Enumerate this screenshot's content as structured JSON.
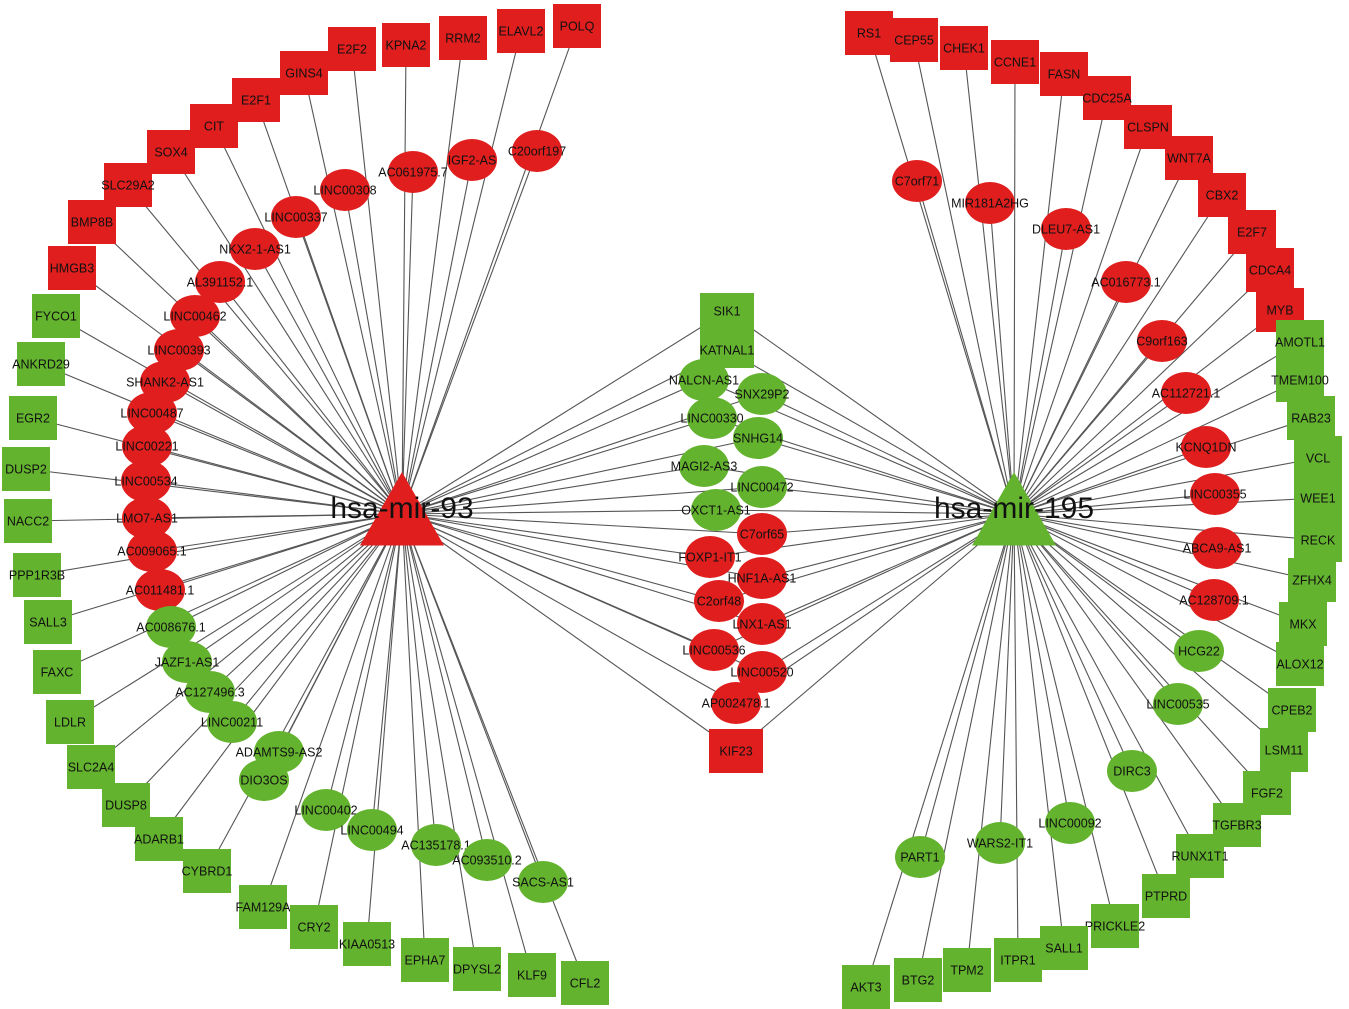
{
  "colors": {
    "up": "#e01e1e",
    "down": "#63b32e",
    "edge": "#555555"
  },
  "hubs": [
    {
      "id": "h1",
      "label": "hsa-mir-93",
      "status": "up"
    },
    {
      "id": "h2",
      "label": "hsa-mir-195",
      "status": "down"
    }
  ],
  "nodes": [
    {
      "label": "POLQ",
      "shape": "rect",
      "status": "up",
      "hub": "h1"
    },
    {
      "label": "ELAVL2",
      "shape": "rect",
      "status": "up",
      "hub": "h1"
    },
    {
      "label": "RRM2",
      "shape": "rect",
      "status": "up",
      "hub": "h1"
    },
    {
      "label": "KPNA2",
      "shape": "rect",
      "status": "up",
      "hub": "h1"
    },
    {
      "label": "E2F2",
      "shape": "rect",
      "status": "up",
      "hub": "h1"
    },
    {
      "label": "GINS4",
      "shape": "rect",
      "status": "up",
      "hub": "h1"
    },
    {
      "label": "E2F1",
      "shape": "rect",
      "status": "up",
      "hub": "h1"
    },
    {
      "label": "CIT",
      "shape": "rect",
      "status": "up",
      "hub": "h1"
    },
    {
      "label": "SOX4",
      "shape": "rect",
      "status": "up",
      "hub": "h1"
    },
    {
      "label": "SLC29A2",
      "shape": "rect",
      "status": "up",
      "hub": "h1"
    },
    {
      "label": "BMP8B",
      "shape": "rect",
      "status": "up",
      "hub": "h1"
    },
    {
      "label": "HMGB3",
      "shape": "rect",
      "status": "up",
      "hub": "h1"
    },
    {
      "label": "FYCO1",
      "shape": "rect",
      "status": "down",
      "hub": "h1"
    },
    {
      "label": "ANKRD29",
      "shape": "rect",
      "status": "down",
      "hub": "h1"
    },
    {
      "label": "EGR2",
      "shape": "rect",
      "status": "down",
      "hub": "h1"
    },
    {
      "label": "DUSP2",
      "shape": "rect",
      "status": "down",
      "hub": "h1"
    },
    {
      "label": "NACC2",
      "shape": "rect",
      "status": "down",
      "hub": "h1"
    },
    {
      "label": "PPP1R3B",
      "shape": "rect",
      "status": "down",
      "hub": "h1"
    },
    {
      "label": "SALL3",
      "shape": "rect",
      "status": "down",
      "hub": "h1"
    },
    {
      "label": "FAXC",
      "shape": "rect",
      "status": "down",
      "hub": "h1"
    },
    {
      "label": "LDLR",
      "shape": "rect",
      "status": "down",
      "hub": "h1"
    },
    {
      "label": "SLC2A4",
      "shape": "rect",
      "status": "down",
      "hub": "h1"
    },
    {
      "label": "DUSP8",
      "shape": "rect",
      "status": "down",
      "hub": "h1"
    },
    {
      "label": "ADARB1",
      "shape": "rect",
      "status": "down",
      "hub": "h1"
    },
    {
      "label": "CYBRD1",
      "shape": "rect",
      "status": "down",
      "hub": "h1"
    },
    {
      "label": "FAM129A",
      "shape": "rect",
      "status": "down",
      "hub": "h1"
    },
    {
      "label": "CRY2",
      "shape": "rect",
      "status": "down",
      "hub": "h1"
    },
    {
      "label": "KIAA0513",
      "shape": "rect",
      "status": "down",
      "hub": "h1"
    },
    {
      "label": "EPHA7",
      "shape": "rect",
      "status": "down",
      "hub": "h1"
    },
    {
      "label": "DPYSL2",
      "shape": "rect",
      "status": "down",
      "hub": "h1"
    },
    {
      "label": "KLF9",
      "shape": "rect",
      "status": "down",
      "hub": "h1"
    },
    {
      "label": "CFL2",
      "shape": "rect",
      "status": "down",
      "hub": "h1"
    },
    {
      "label": "C20orf197",
      "shape": "ellipse",
      "status": "up",
      "hub": "h1"
    },
    {
      "label": "IGF2-AS",
      "shape": "ellipse",
      "status": "up",
      "hub": "h1"
    },
    {
      "label": "AC061975.7",
      "shape": "ellipse",
      "status": "up",
      "hub": "h1"
    },
    {
      "label": "LINC00308",
      "shape": "ellipse",
      "status": "up",
      "hub": "h1"
    },
    {
      "label": "LINC00337",
      "shape": "ellipse",
      "status": "up",
      "hub": "h1"
    },
    {
      "label": "NKX2-1-AS1",
      "shape": "ellipse",
      "status": "up",
      "hub": "h1"
    },
    {
      "label": "AL391152.1",
      "shape": "ellipse",
      "status": "up",
      "hub": "h1"
    },
    {
      "label": "LINC00462",
      "shape": "ellipse",
      "status": "up",
      "hub": "h1"
    },
    {
      "label": "LINC00393",
      "shape": "ellipse",
      "status": "up",
      "hub": "h1"
    },
    {
      "label": "SHANK2-AS1",
      "shape": "ellipse",
      "status": "up",
      "hub": "h1"
    },
    {
      "label": "LINC00487",
      "shape": "ellipse",
      "status": "up",
      "hub": "h1"
    },
    {
      "label": "LINC00221",
      "shape": "ellipse",
      "status": "up",
      "hub": "h1"
    },
    {
      "label": "LINC00534",
      "shape": "ellipse",
      "status": "up",
      "hub": "h1"
    },
    {
      "label": "LMO7-AS1",
      "shape": "ellipse",
      "status": "up",
      "hub": "h1"
    },
    {
      "label": "AC009065.1",
      "shape": "ellipse",
      "status": "up",
      "hub": "h1"
    },
    {
      "label": "AC011481.1",
      "shape": "ellipse",
      "status": "up",
      "hub": "h1"
    },
    {
      "label": "AC008676.1",
      "shape": "ellipse",
      "status": "down",
      "hub": "h1"
    },
    {
      "label": "JAZF1-AS1",
      "shape": "ellipse",
      "status": "down",
      "hub": "h1"
    },
    {
      "label": "AC127496.3",
      "shape": "ellipse",
      "status": "down",
      "hub": "h1"
    },
    {
      "label": "LINC00211",
      "shape": "ellipse",
      "status": "down",
      "hub": "h1"
    },
    {
      "label": "ADAMTS9-AS2",
      "shape": "ellipse",
      "status": "down",
      "hub": "h1"
    },
    {
      "label": "DIO3OS",
      "shape": "ellipse",
      "status": "down",
      "hub": "h1"
    },
    {
      "label": "LINC00402",
      "shape": "ellipse",
      "status": "down",
      "hub": "h1"
    },
    {
      "label": "LINC00494",
      "shape": "ellipse",
      "status": "down",
      "hub": "h1"
    },
    {
      "label": "AC135178.1",
      "shape": "ellipse",
      "status": "down",
      "hub": "h1"
    },
    {
      "label": "AC093510.2",
      "shape": "ellipse",
      "status": "down",
      "hub": "h1"
    },
    {
      "label": "SACS-AS1",
      "shape": "ellipse",
      "status": "down",
      "hub": "h1"
    },
    {
      "label": "SIK1",
      "shape": "rect",
      "status": "down",
      "hub": "both"
    },
    {
      "label": "KATNAL1",
      "shape": "rect",
      "status": "down",
      "hub": "both"
    },
    {
      "label": "NALCN-AS1",
      "shape": "ellipse",
      "status": "down",
      "hub": "both"
    },
    {
      "label": "SNX29P2",
      "shape": "ellipse",
      "status": "down",
      "hub": "both"
    },
    {
      "label": "LINC00330",
      "shape": "ellipse",
      "status": "down",
      "hub": "both"
    },
    {
      "label": "SNHG14",
      "shape": "ellipse",
      "status": "down",
      "hub": "both"
    },
    {
      "label": "MAGI2-AS3",
      "shape": "ellipse",
      "status": "down",
      "hub": "both"
    },
    {
      "label": "LINC00472",
      "shape": "ellipse",
      "status": "down",
      "hub": "both"
    },
    {
      "label": "OXCT1-AS1",
      "shape": "ellipse",
      "status": "down",
      "hub": "both"
    },
    {
      "label": "C7orf65",
      "shape": "ellipse",
      "status": "up",
      "hub": "both"
    },
    {
      "label": "FOXP1-IT1",
      "shape": "ellipse",
      "status": "up",
      "hub": "both"
    },
    {
      "label": "HNF1A-AS1",
      "shape": "ellipse",
      "status": "up",
      "hub": "both"
    },
    {
      "label": "C2orf48",
      "shape": "ellipse",
      "status": "up",
      "hub": "both"
    },
    {
      "label": "LNX1-AS1",
      "shape": "ellipse",
      "status": "up",
      "hub": "both"
    },
    {
      "label": "LINC00536",
      "shape": "ellipse",
      "status": "up",
      "hub": "both"
    },
    {
      "label": "LINC00520",
      "shape": "ellipse",
      "status": "up",
      "hub": "both"
    },
    {
      "label": "AP002478.1",
      "shape": "ellipse",
      "status": "up",
      "hub": "both"
    },
    {
      "label": "KIF23",
      "shape": "rect",
      "status": "up",
      "hub": "both"
    },
    {
      "label": "RS1",
      "shape": "rect",
      "status": "up",
      "hub": "h2"
    },
    {
      "label": "CEP55",
      "shape": "rect",
      "status": "up",
      "hub": "h2"
    },
    {
      "label": "CHEK1",
      "shape": "rect",
      "status": "up",
      "hub": "h2"
    },
    {
      "label": "CCNE1",
      "shape": "rect",
      "status": "up",
      "hub": "h2"
    },
    {
      "label": "FASN",
      "shape": "rect",
      "status": "up",
      "hub": "h2"
    },
    {
      "label": "CDC25A",
      "shape": "rect",
      "status": "up",
      "hub": "h2"
    },
    {
      "label": "CLSPN",
      "shape": "rect",
      "status": "up",
      "hub": "h2"
    },
    {
      "label": "WNT7A",
      "shape": "rect",
      "status": "up",
      "hub": "h2"
    },
    {
      "label": "CBX2",
      "shape": "rect",
      "status": "up",
      "hub": "h2"
    },
    {
      "label": "E2F7",
      "shape": "rect",
      "status": "up",
      "hub": "h2"
    },
    {
      "label": "CDCA4",
      "shape": "rect",
      "status": "up",
      "hub": "h2"
    },
    {
      "label": "MYB",
      "shape": "rect",
      "status": "up",
      "hub": "h2"
    },
    {
      "label": "AMOTL1",
      "shape": "rect",
      "status": "down",
      "hub": "h2"
    },
    {
      "label": "TMEM100",
      "shape": "rect",
      "status": "down",
      "hub": "h2"
    },
    {
      "label": "RAB23",
      "shape": "rect",
      "status": "down",
      "hub": "h2"
    },
    {
      "label": "VCL",
      "shape": "rect",
      "status": "down",
      "hub": "h2"
    },
    {
      "label": "WEE1",
      "shape": "rect",
      "status": "down",
      "hub": "h2"
    },
    {
      "label": "RECK",
      "shape": "rect",
      "status": "down",
      "hub": "h2"
    },
    {
      "label": "ZFHX4",
      "shape": "rect",
      "status": "down",
      "hub": "h2"
    },
    {
      "label": "MKX",
      "shape": "rect",
      "status": "down",
      "hub": "h2"
    },
    {
      "label": "ALOX12",
      "shape": "rect",
      "status": "down",
      "hub": "h2"
    },
    {
      "label": "CPEB2",
      "shape": "rect",
      "status": "down",
      "hub": "h2"
    },
    {
      "label": "LSM11",
      "shape": "rect",
      "status": "down",
      "hub": "h2"
    },
    {
      "label": "FGF2",
      "shape": "rect",
      "status": "down",
      "hub": "h2"
    },
    {
      "label": "TGFBR3",
      "shape": "rect",
      "status": "down",
      "hub": "h2"
    },
    {
      "label": "RUNX1T1",
      "shape": "rect",
      "status": "down",
      "hub": "h2"
    },
    {
      "label": "PTPRD",
      "shape": "rect",
      "status": "down",
      "hub": "h2"
    },
    {
      "label": "PRICKLE2",
      "shape": "rect",
      "status": "down",
      "hub": "h2"
    },
    {
      "label": "SALL1",
      "shape": "rect",
      "status": "down",
      "hub": "h2"
    },
    {
      "label": "ITPR1",
      "shape": "rect",
      "status": "down",
      "hub": "h2"
    },
    {
      "label": "TPM2",
      "shape": "rect",
      "status": "down",
      "hub": "h2"
    },
    {
      "label": "BTG2",
      "shape": "rect",
      "status": "down",
      "hub": "h2"
    },
    {
      "label": "AKT3",
      "shape": "rect",
      "status": "down",
      "hub": "h2"
    },
    {
      "label": "C7orf71",
      "shape": "ellipse",
      "status": "up",
      "hub": "h2"
    },
    {
      "label": "MIR181A2HG",
      "shape": "ellipse",
      "status": "up",
      "hub": "h2"
    },
    {
      "label": "DLEU7-AS1",
      "shape": "ellipse",
      "status": "up",
      "hub": "h2"
    },
    {
      "label": "AC016773.1",
      "shape": "ellipse",
      "status": "up",
      "hub": "h2"
    },
    {
      "label": "C9orf163",
      "shape": "ellipse",
      "status": "up",
      "hub": "h2"
    },
    {
      "label": "AC112721.1",
      "shape": "ellipse",
      "status": "up",
      "hub": "h2"
    },
    {
      "label": "KCNQ1DN",
      "shape": "ellipse",
      "status": "up",
      "hub": "h2"
    },
    {
      "label": "LINC00355",
      "shape": "ellipse",
      "status": "up",
      "hub": "h2"
    },
    {
      "label": "ABCA9-AS1",
      "shape": "ellipse",
      "status": "up",
      "hub": "h2"
    },
    {
      "label": "AC128709.1",
      "shape": "ellipse",
      "status": "up",
      "hub": "h2"
    },
    {
      "label": "HCG22",
      "shape": "ellipse",
      "status": "down",
      "hub": "h2"
    },
    {
      "label": "LINC00535",
      "shape": "ellipse",
      "status": "down",
      "hub": "h2"
    },
    {
      "label": "DIRC3",
      "shape": "ellipse",
      "status": "down",
      "hub": "h2"
    },
    {
      "label": "LINC00092",
      "shape": "ellipse",
      "status": "down",
      "hub": "h2"
    },
    {
      "label": "WARS2-IT1",
      "shape": "ellipse",
      "status": "down",
      "hub": "h2"
    },
    {
      "label": "PART1",
      "shape": "ellipse",
      "status": "down",
      "hub": "h2"
    }
  ]
}
